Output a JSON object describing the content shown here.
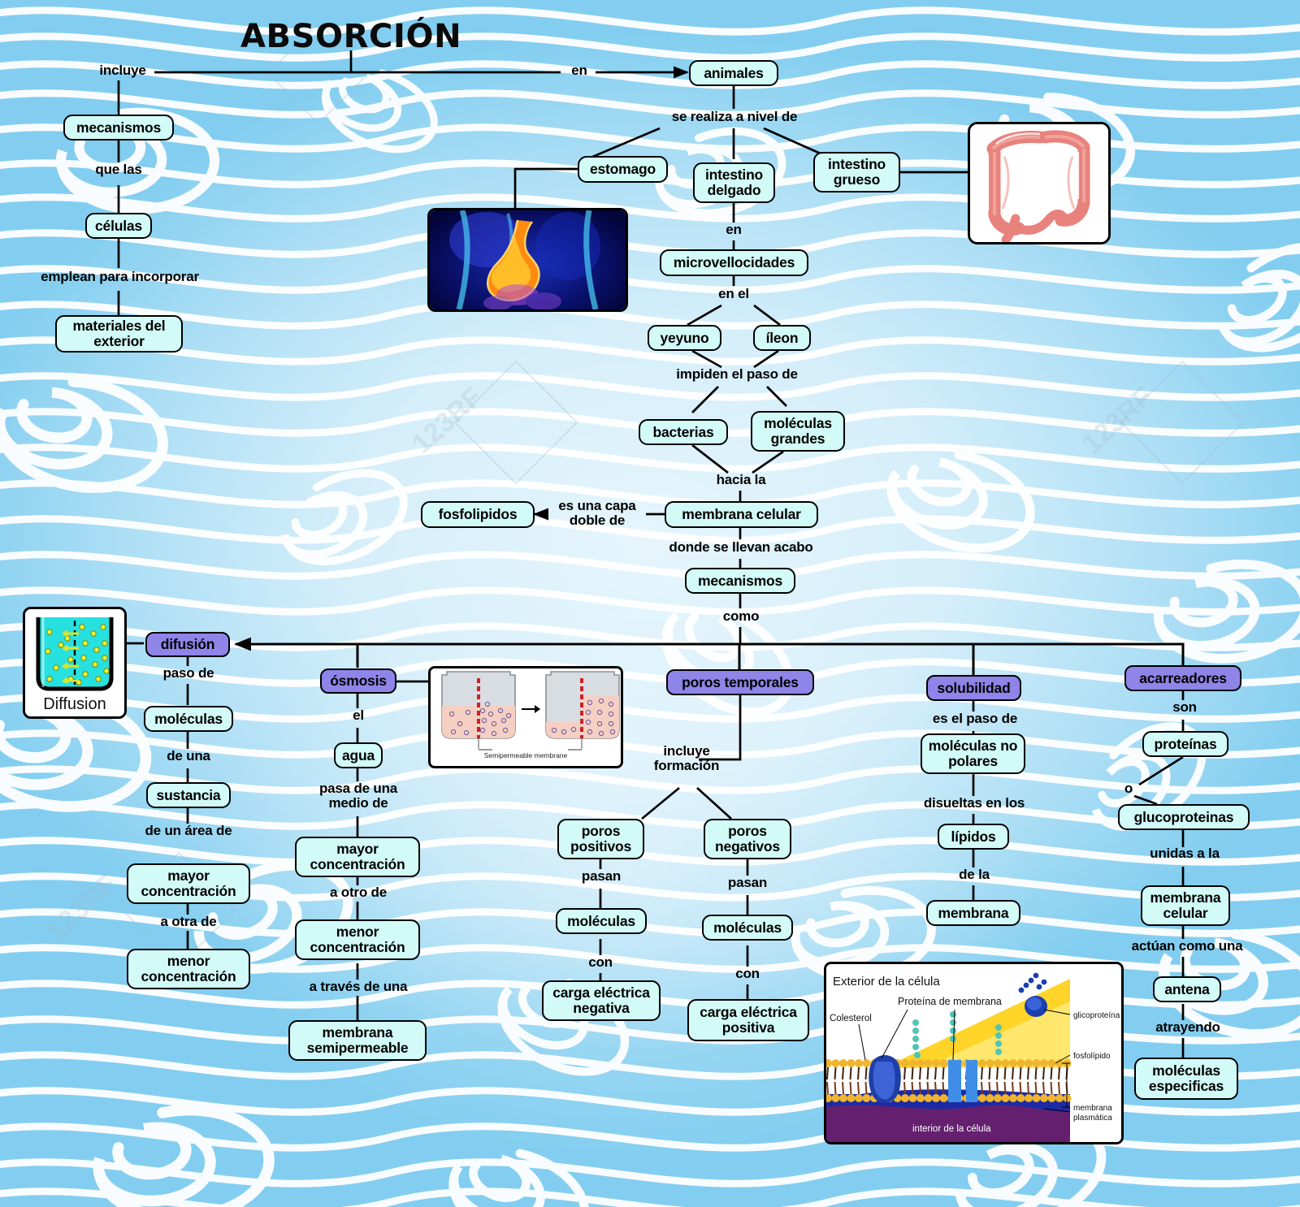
{
  "title": "ABSORCIÓN",
  "colors": {
    "node_fill": "#d2fbf8",
    "node_accent_fill": "#8f84e8",
    "node_border": "#000000",
    "background_blue": "#83cef0",
    "wave_white": "#ffffff"
  },
  "nodes": {
    "mecanismos_top": "mecanismos",
    "celulas": "células",
    "materiales_exterior": "materiales del\nexterior",
    "animales": "animales",
    "estomago": "estomago",
    "intestino_delgado": "intestino\ndelgado",
    "intestino_grueso": "intestino\ngrueso",
    "microvellocidades": "microvellocidades",
    "yeyuno": "yeyuno",
    "ileon": "íleon",
    "bacterias": "bacterias",
    "moleculas_grandes": "moléculas\ngrandes",
    "fosfolipidos": "fosfolipidos",
    "membrana_celular": "membrana celular",
    "mecanismos_mid": "mecanismos",
    "difusion": "difusión",
    "osmosis": "ósmosis",
    "poros_temporales": "poros temporales",
    "solubilidad": "solubilidad",
    "acarreadores": "acarreadores",
    "moleculas_dif": "moléculas",
    "sustancia": "sustancia",
    "mayor_conc_dif": "mayor\nconcentración",
    "menor_conc_dif": "menor\nconcentración",
    "agua": "agua",
    "mayor_conc_osm": "mayor\nconcentración",
    "menor_conc_osm": "menor\nconcentración",
    "membrana_semipermeable": "membrana\nsemipermeable",
    "poros_positivos": "poros\npositivos",
    "poros_negativos": "poros\nnegativos",
    "moleculas_pos": "moléculas",
    "moleculas_neg": "moléculas",
    "carga_negativa": "carga eléctrica\nnegativa",
    "carga_positiva": "carga eléctrica\npositiva",
    "moleculas_no_polares": "moléculas no\npolares",
    "lipidos": "lípidos",
    "membrana": "membrana",
    "proteinas": "proteínas",
    "glucoproteinas": "glucoproteinas",
    "membrana_celular_2": "membrana\ncelular",
    "antena": "antena",
    "moleculas_especificas": "moléculas\nespecificas"
  },
  "link_labels": {
    "incluye": "incluye",
    "en_top": "en",
    "que_las": "que las",
    "emplean_para_incorporar": "emplean para incorporar",
    "se_realiza_a_nivel_de": "se realiza a nivel de",
    "en_microvellocidades": "en",
    "en_el": "en el",
    "impiden_el_paso_de": "impiden el paso de",
    "hacia_la": "hacia la",
    "es_una_capa_doble_de": "es una capa\ndoble de",
    "donde_se_llevan_acabo": "donde se llevan acabo",
    "como": "como",
    "paso_de": "paso de",
    "de_una": "de una",
    "de_un_area_de": "de un área de",
    "a_otra_de": "a otra de",
    "el": "el",
    "pasa_de_una_medio_de": "pasa de una\nmedio de",
    "a_otro_de": "a otro de",
    "a_traves_de_una": "a través de una",
    "incluye_formacion": "incluye\nformación",
    "pasan_izq": "pasan",
    "pasan_der": "pasan",
    "con_izq": "con",
    "con_der": "con",
    "es_el_paso_de": "es el paso de",
    "disueltas_en_los": "disueltas en los",
    "de_la": "de la",
    "son": "son",
    "o": "o",
    "unidas_a_la": "unidas a la",
    "actuan_como_una": "actúan como una",
    "atrayendo": "atrayendo"
  },
  "images": {
    "stomach": {
      "alt": "stomach-anatomy-illustration"
    },
    "colon": {
      "alt": "large-intestine-illustration"
    },
    "diffusion": {
      "caption": "Diffusion",
      "alt": "diffusion-beaker-illustration"
    },
    "osmosis": {
      "caption": "Semipermeable membrane",
      "alt": "osmosis-beakers-illustration"
    },
    "membrane": {
      "alt": "cell-membrane-diagram",
      "labels": {
        "exterior": "Exterior de la célula",
        "proteina": "Proteína de membrana",
        "colesterol": "Colesterol",
        "glicoproteina": "glicoproteína",
        "fosfolipido": "fosfolípido",
        "membrana_plasmatica": "membrana\nplasmática",
        "interior": "interior de la célula"
      }
    }
  }
}
